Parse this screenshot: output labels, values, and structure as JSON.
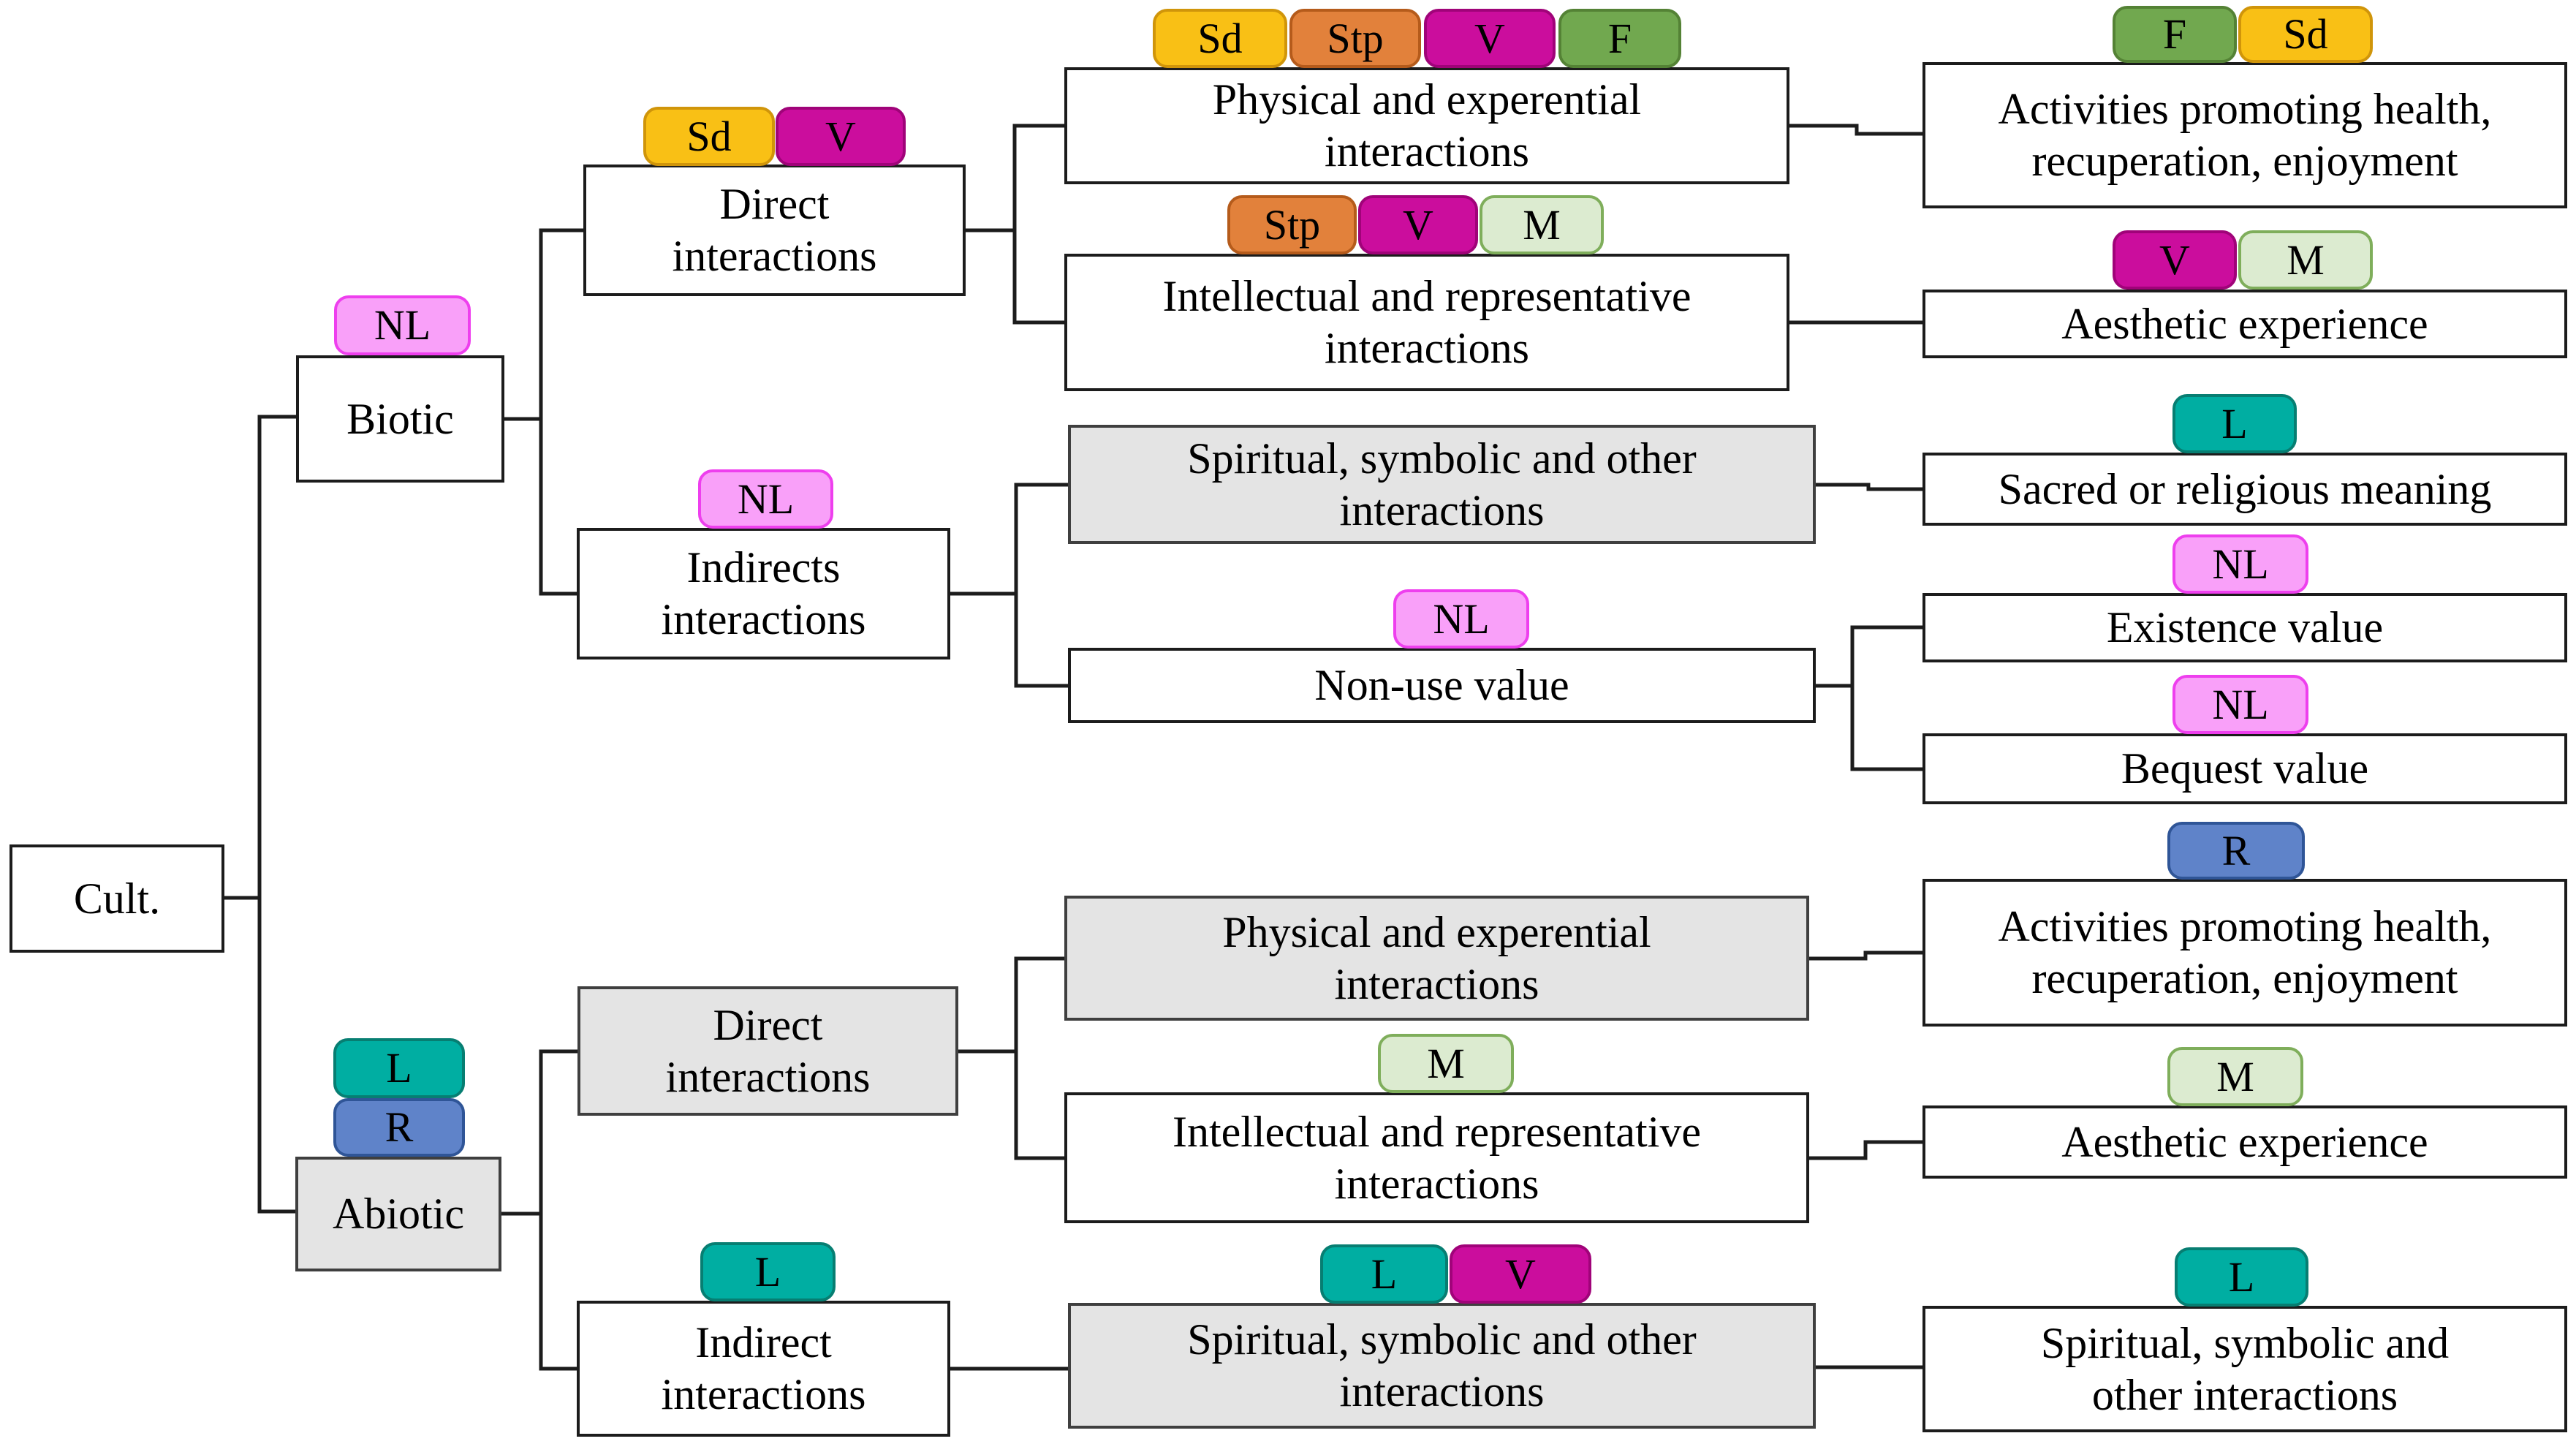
{
  "badge_types": {
    "Sd": {
      "label": "Sd",
      "fill": "#F9C015",
      "border": "#D0950A"
    },
    "Stp": {
      "label": "Stp",
      "fill": "#E2813B",
      "border": "#B55B1B"
    },
    "V": {
      "label": "V",
      "fill": "#CB0D9D",
      "border": "#A00379"
    },
    "F": {
      "label": "F",
      "fill": "#71A84F",
      "border": "#548235"
    },
    "M": {
      "label": "M",
      "fill": "#DCEBD0",
      "border": "#7FAE5B"
    },
    "NL": {
      "label": "NL",
      "fill": "#F9A0F9",
      "border": "#EE3FEE"
    },
    "L": {
      "label": "L",
      "fill": "#00AEA2",
      "border": "#077E72"
    },
    "R": {
      "label": "R",
      "fill": "#5F83C9",
      "border": "#2F5597"
    }
  },
  "box_styles": {
    "white_fill": "#FFFFFF",
    "gray_fill": "#E4E4E4",
    "box_border": "#1C1C1C",
    "connector": "#1C1C1C"
  },
  "nodes": {
    "cult": {
      "label": "Cult.",
      "badges": []
    },
    "biotic": {
      "label": "Biotic",
      "badges": [
        "NL"
      ]
    },
    "abiotic": {
      "label": "Abiotic",
      "badges": [
        "L",
        "R"
      ]
    },
    "direct_biotic": {
      "label": "Direct\ninteractions",
      "badges": [
        "Sd",
        "V"
      ]
    },
    "indirects_biotic": {
      "label": "Indirects\ninteractions",
      "badges": [
        "NL"
      ]
    },
    "direct_abiotic": {
      "label": "Direct\ninteractions",
      "badges": []
    },
    "indirect_abiotic": {
      "label": "Indirect\ninteractions",
      "badges": [
        "L"
      ]
    },
    "physical_biotic": {
      "label": "Physical and experential\ninteractions",
      "badges": [
        "Sd",
        "Stp",
        "V",
        "F"
      ]
    },
    "intellectual_biotic": {
      "label": "Intellectual and representative\ninteractions",
      "badges": [
        "Stp",
        "V",
        "M"
      ]
    },
    "spiritual_biotic": {
      "label": "Spiritual, symbolic and other\ninteractions",
      "badges": []
    },
    "nonuse": {
      "label": "Non-use value",
      "badges": [
        "NL"
      ]
    },
    "physical_abiotic": {
      "label": "Physical and experential\ninteractions",
      "badges": []
    },
    "intellectual_abiotic": {
      "label": "Intellectual and representative\ninteractions",
      "badges": [
        "M"
      ]
    },
    "spiritual_abiotic": {
      "label": "Spiritual, symbolic and other\ninteractions",
      "badges": [
        "L",
        "V"
      ]
    },
    "activities_biotic": {
      "label": "Activities promoting health,\nrecuperation, enjoyment",
      "badges": [
        "F",
        "Sd"
      ]
    },
    "aesthetic_biotic": {
      "label": "Aesthetic experience",
      "badges": [
        "V",
        "M"
      ]
    },
    "sacred": {
      "label": "Sacred or religious meaning",
      "badges": [
        "L"
      ]
    },
    "existence": {
      "label": "Existence value",
      "badges": [
        "NL"
      ]
    },
    "bequest": {
      "label": "Bequest value",
      "badges": [
        "NL"
      ]
    },
    "activities_abiotic": {
      "label": "Activities promoting health,\nrecuperation, enjoyment",
      "badges": [
        "R"
      ]
    },
    "aesthetic_abiotic": {
      "label": "Aesthetic experience",
      "badges": [
        "M"
      ]
    },
    "spiritual_right": {
      "label": "Spiritual, symbolic and\nother interactions",
      "badges": [
        "L"
      ]
    }
  }
}
